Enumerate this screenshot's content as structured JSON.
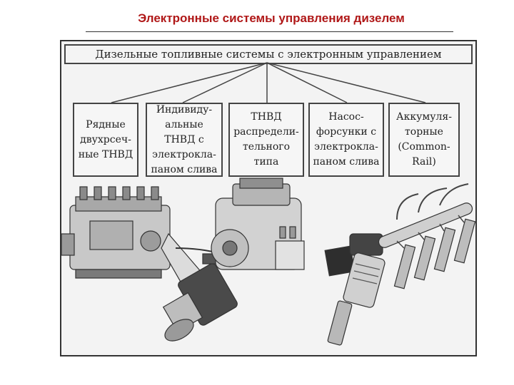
{
  "slide": {
    "title": "Электронные системы управления дизелем"
  },
  "diagram": {
    "header": "Дизельные топливные системы с электронным управлением",
    "categories": [
      {
        "label": "Рядные\nдвухрсеч-\nные ТНВД"
      },
      {
        "label": "Индивиду-\nальные\nТНВД с\nэлектрокла-\nпаном слива"
      },
      {
        "label": "ТНВД\nраспредели-\nтельного\nтипа"
      },
      {
        "label": "Насос-\nфорсунки с\nэлектрокла-\nпаном слива"
      },
      {
        "label": "Аккумуля-\nторные\n(Common-\nRail)"
      }
    ]
  },
  "images": [
    {
      "icon": "inline-pump-icon"
    },
    {
      "icon": "unit-pump-icon"
    },
    {
      "icon": "distributor-pump-icon"
    },
    {
      "icon": "unit-injector-icon"
    },
    {
      "icon": "common-rail-icon"
    }
  ],
  "colors": {
    "title": "#b01818",
    "lines": "#444444",
    "background": "#f3f3f3"
  }
}
